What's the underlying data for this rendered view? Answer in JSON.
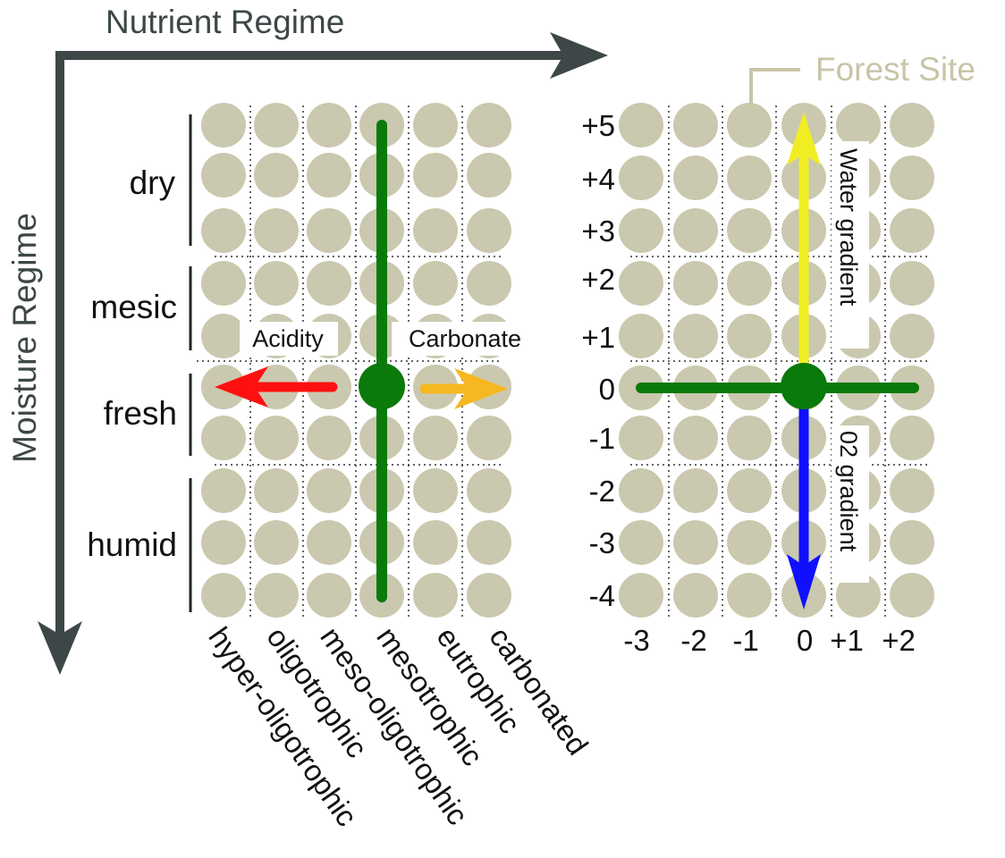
{
  "axes": {
    "nutrient_title": "Nutrient Regime",
    "moisture_title": "Moisture Regime"
  },
  "left_grid": {
    "moisture_labels": [
      "dry",
      "mesic",
      "fresh",
      "humid"
    ],
    "nutrient_labels": [
      "hyper-oligotrophic",
      "oligotrophic",
      "meso-oligotrophic",
      "mesotrophic",
      "eutrophic",
      "carbonated"
    ],
    "arrow_labels": {
      "left": "Acidity",
      "right": "Carbonate"
    }
  },
  "right_grid": {
    "legend_label": "Forest Site",
    "y_tick_labels": [
      "+5",
      "+4",
      "+3",
      "+2",
      "+1",
      "0",
      "-1",
      "-2",
      "-3",
      "-4"
    ],
    "x_tick_labels": [
      "-3",
      "-2",
      "-1",
      "0",
      "+1",
      "+2"
    ],
    "up_label": "Water gradient",
    "down_label": "02 gradient"
  },
  "colors": {
    "axis": "#3d4747",
    "dot": "#cac8ae",
    "green": "#0a7a0a",
    "acidity": "#ff1010",
    "carbonate": "#f5b820",
    "water": "#f0ee22",
    "oxygen": "#1010ff",
    "legend": "#c8c5a8"
  }
}
